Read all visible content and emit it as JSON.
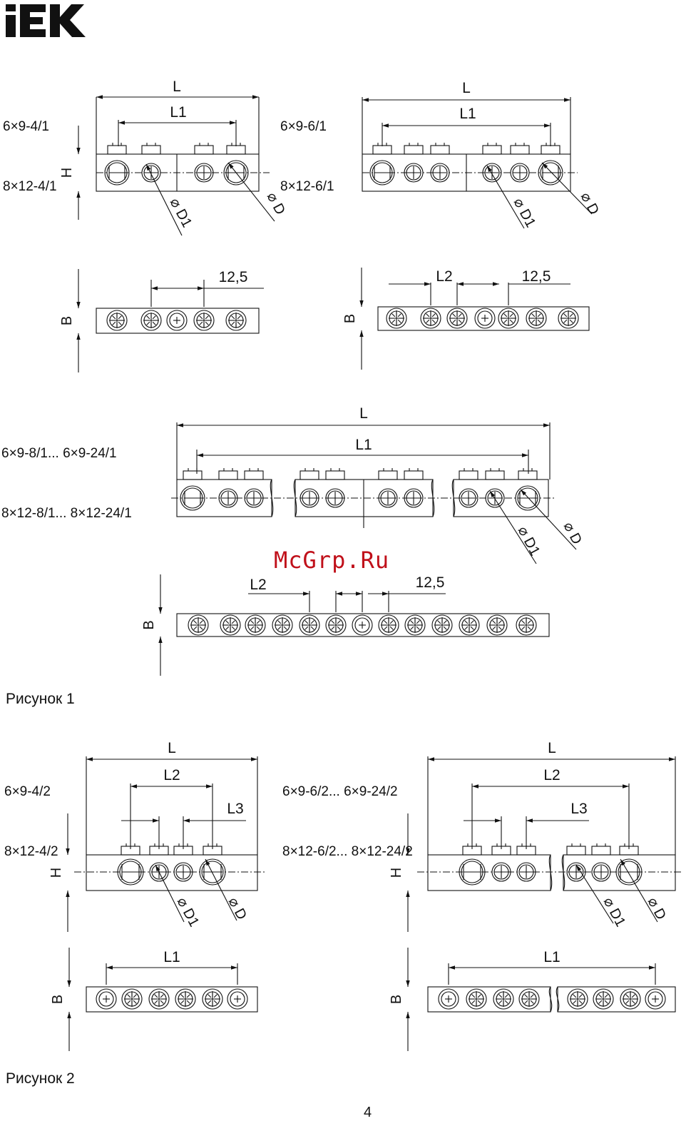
{
  "brand": {
    "logo_text": "IEK"
  },
  "figure1": {
    "caption": "Рисунок 1",
    "models_a": [
      "6×9-4/1",
      "8×12-4/1"
    ],
    "models_b": [
      "6×9-6/1",
      "8×12-6/1"
    ],
    "models_c": [
      "6×9-8/1... 6×9-24/1",
      "8×12-8/1... 8×12-24/1"
    ]
  },
  "figure2": {
    "caption": "Рисунок 2",
    "models_a": [
      "6×9-4/2",
      "8×12-4/2"
    ],
    "models_b": [
      "6×9-6/2... 6×9-24/2",
      "8×12-6/2... 8×12-24/2"
    ]
  },
  "dims": {
    "L": "L",
    "L1": "L1",
    "L2": "L2",
    "L3": "L3",
    "H": "H",
    "B": "B",
    "D": "D",
    "D1": "D1",
    "pitch": "12,5",
    "diam": "⌀"
  },
  "watermark": "McGrp.Ru",
  "page_number": "4"
}
